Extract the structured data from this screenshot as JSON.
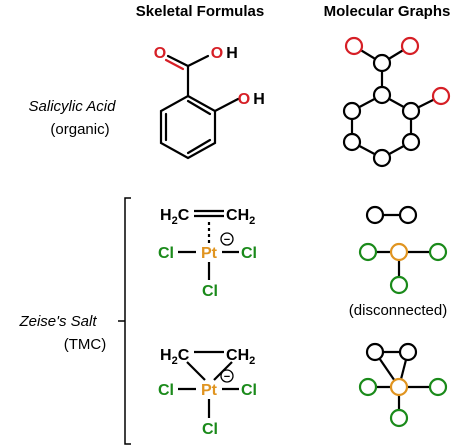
{
  "headers": {
    "skeletal": "Skeletal Formulas",
    "graphs": "Molecular Graphs"
  },
  "rows": {
    "salicylic": {
      "name": "Salicylic Acid",
      "category": "(organic)"
    },
    "zeise": {
      "name": "Zeise's Salt",
      "category": "(TMC)"
    }
  },
  "annotations": {
    "disconnected": "(disconnected)"
  },
  "atoms": {
    "O": "O",
    "H": "H",
    "C": "C",
    "Pt": "Pt",
    "Cl": "Cl",
    "two": "2"
  },
  "charge": "−",
  "colors": {
    "black": "#000000",
    "oxygen": "#d61f26",
    "chlorine": "#1a8a1a",
    "platinum": "#e09420"
  }
}
